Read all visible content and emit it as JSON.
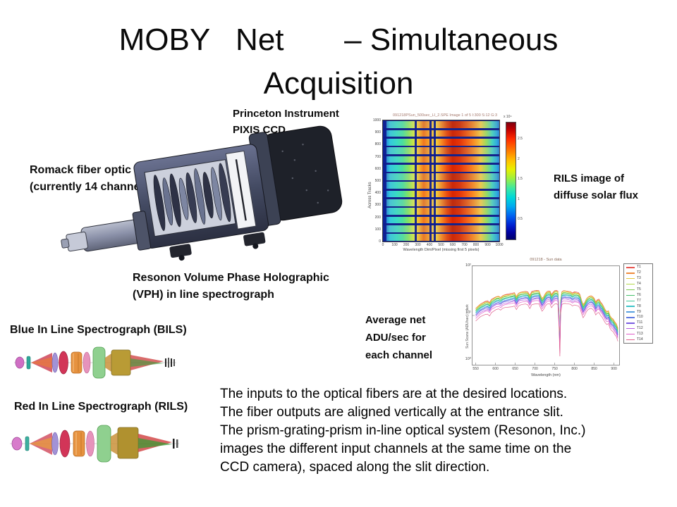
{
  "slide": {
    "title": {
      "line1": "MOBY   Net       – Simultaneous",
      "line2": "Acquisition"
    },
    "labels": {
      "princeton_1": "Princeton Instrument",
      "princeton_2": "PIXIS CCD",
      "romack_1": "Romack fiber optic input",
      "romack_2": "(currently 14 channels)",
      "resonon_1": "Resonon Volume Phase Holographic",
      "resonon_2": "(VPH) in line spectrograph",
      "bils": "Blue In Line Spectrograph (BILS)",
      "rils": "Red In Line Spectrograph (RILS)",
      "rils_image_1": "RILS image of",
      "rils_image_2": "diffuse solar flux",
      "avg_1": "Average net",
      "avg_2": "ADU/sec for",
      "avg_3": "each channel"
    },
    "body_text": [
      "The inputs to the optical fibers are at the desired locations.",
      "The fiber outputs are aligned vertically at the entrance slit.",
      "The prism-grating-prism in-line optical system (Resonon, Inc.)",
      "images the different input channels at the same time on the",
      "CCD camera), spaced along the slit direction."
    ]
  },
  "chart_data": [
    {
      "type": "heatmap",
      "title": "091218PSun_500sec_LI_2.SPE  Image 1 of 5  I:300  S:12  G:3",
      "xlabel": "Wavelength Dim/Pixel (missing first 5 pixels)",
      "ylabel": "Across Tracks",
      "x_ticks": [
        0,
        100,
        200,
        300,
        400,
        500,
        600,
        700,
        800,
        900,
        1000
      ],
      "y_ticks": [
        1000,
        900,
        800,
        700,
        600,
        500,
        400,
        300,
        200,
        100,
        0
      ],
      "n_channels": 14,
      "colormap": "jet",
      "colorbar": {
        "scale_label": "x 10⁴",
        "ticks": [
          2.5,
          2,
          1.5,
          1,
          0.5
        ],
        "vmax": 2.9
      },
      "dark_columns": [
        {
          "pos": 0.0,
          "width": 0.032
        },
        {
          "pos": 0.275,
          "width": 0.013
        },
        {
          "pos": 0.4,
          "width": 0.021
        },
        {
          "pos": 0.437,
          "width": 0.018
        }
      ]
    },
    {
      "type": "line",
      "title": "091218 - Sun data",
      "xlabel": "Wavelength (nm)",
      "ylabel": "Sun Scans (ADU/sec) - dark",
      "x_ticks": [
        550,
        600,
        650,
        700,
        750,
        800,
        850,
        900
      ],
      "x_range": [
        540,
        915
      ],
      "y_axis_labels": [
        "10²",
        "10¹",
        "10⁰"
      ],
      "ylog_range": [
        0,
        2
      ],
      "legend_position": "right",
      "series": [
        {
          "name": "T1",
          "color": "#e8534e",
          "scale": 1.0
        },
        {
          "name": "T2",
          "color": "#ef8b3c",
          "scale": 0.98
        },
        {
          "name": "T3",
          "color": "#e4c83c",
          "scale": 0.96
        },
        {
          "name": "T4",
          "color": "#b4d848",
          "scale": 0.93
        },
        {
          "name": "T5",
          "color": "#7cc850",
          "scale": 0.9
        },
        {
          "name": "T6",
          "color": "#44c06a",
          "scale": 0.87
        },
        {
          "name": "T7",
          "color": "#3cc89a",
          "scale": 0.84
        },
        {
          "name": "T8",
          "color": "#3cc4c8",
          "scale": 0.81
        },
        {
          "name": "T9",
          "color": "#58a0e0",
          "scale": 0.78
        },
        {
          "name": "T10",
          "color": "#5c78e0",
          "scale": 0.75
        },
        {
          "name": "T11",
          "color": "#7a5ce0",
          "scale": 0.72
        },
        {
          "name": "T12",
          "color": "#b45ce0",
          "scale": 0.68
        },
        {
          "name": "T13",
          "color": "#e05cc8",
          "scale": 0.63
        },
        {
          "name": "T14",
          "color": "#e0628e",
          "scale": 0.55
        }
      ],
      "base_curve": [
        [
          550,
          14
        ],
        [
          556,
          15.5
        ],
        [
          562,
          17
        ],
        [
          568,
          18
        ],
        [
          574,
          19
        ],
        [
          580,
          19.5
        ],
        [
          585,
          18
        ],
        [
          590,
          21
        ],
        [
          596,
          22.5
        ],
        [
          602,
          24
        ],
        [
          608,
          24.5
        ],
        [
          613,
          23
        ],
        [
          618,
          25
        ],
        [
          624,
          26
        ],
        [
          630,
          26.5
        ],
        [
          636,
          27
        ],
        [
          642,
          27.5
        ],
        [
          648,
          28.5
        ],
        [
          653,
          24
        ],
        [
          658,
          28
        ],
        [
          664,
          29.5
        ],
        [
          670,
          30
        ],
        [
          676,
          30.5
        ],
        [
          682,
          29.5
        ],
        [
          687,
          25
        ],
        [
          692,
          30
        ],
        [
          698,
          31
        ],
        [
          704,
          31.5
        ],
        [
          710,
          31.5
        ],
        [
          714,
          26
        ],
        [
          718,
          22
        ],
        [
          722,
          24
        ],
        [
          726,
          27.5
        ],
        [
          730,
          30
        ],
        [
          734,
          31
        ],
        [
          738,
          30.5
        ],
        [
          742,
          26
        ],
        [
          746,
          29
        ],
        [
          750,
          31
        ],
        [
          754,
          31.5
        ],
        [
          758,
          30.5
        ],
        [
          761,
          10
        ],
        [
          763,
          2.8
        ],
        [
          765,
          20
        ],
        [
          768,
          30
        ],
        [
          772,
          31.5
        ],
        [
          776,
          31.5
        ],
        [
          780,
          31
        ],
        [
          785,
          30.5
        ],
        [
          790,
          30
        ],
        [
          795,
          28
        ],
        [
          800,
          29.5
        ],
        [
          805,
          29
        ],
        [
          810,
          28.5
        ],
        [
          814,
          26
        ],
        [
          818,
          20
        ],
        [
          822,
          16.5
        ],
        [
          826,
          18.5
        ],
        [
          830,
          21.5
        ],
        [
          834,
          23.5
        ],
        [
          838,
          24.5
        ],
        [
          842,
          25
        ],
        [
          846,
          24
        ],
        [
          850,
          22
        ],
        [
          854,
          18.5
        ],
        [
          858,
          20.5
        ],
        [
          862,
          21
        ],
        [
          866,
          18.5
        ],
        [
          870,
          17
        ],
        [
          874,
          15
        ],
        [
          878,
          13
        ],
        [
          882,
          12
        ],
        [
          886,
          12.5
        ],
        [
          890,
          10
        ],
        [
          894,
          9
        ],
        [
          898,
          8.5
        ],
        [
          902,
          7.5
        ],
        [
          906,
          6.8
        ],
        [
          910,
          5.5
        ]
      ]
    }
  ]
}
